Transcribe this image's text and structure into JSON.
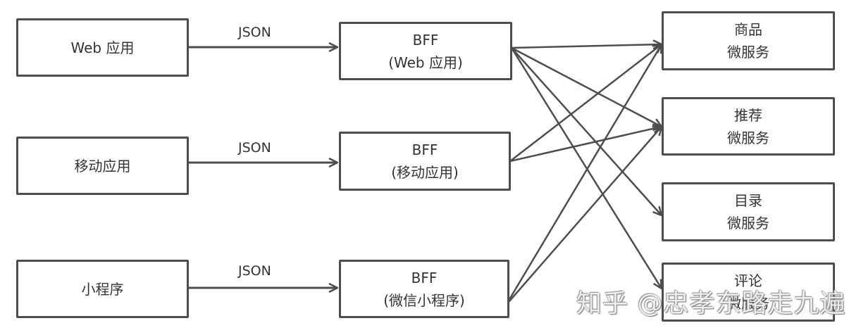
{
  "clients": [
    {
      "label": "Web 应用"
    },
    {
      "label": "移动应用"
    },
    {
      "label": "小程序"
    }
  ],
  "edge_labels": [
    "JSON",
    "JSON",
    "JSON"
  ],
  "bffs": [
    {
      "line1": "BFF",
      "line2": "(Web 应用)"
    },
    {
      "line1": "BFF",
      "line2": "(移动应用)"
    },
    {
      "line1": "BFF",
      "line2": "(微信小程序)"
    }
  ],
  "services": [
    {
      "line1": "商品",
      "line2": "微服务"
    },
    {
      "line1": "推荐",
      "line2": "微服务"
    },
    {
      "line1": "目录",
      "line2": "微服务"
    },
    {
      "line1": "评论",
      "line2": "微服务"
    }
  ],
  "connections": [
    {
      "from": "bff-0",
      "to": "service-0"
    },
    {
      "from": "bff-0",
      "to": "service-1"
    },
    {
      "from": "bff-0",
      "to": "service-2"
    },
    {
      "from": "bff-0",
      "to": "service-3"
    },
    {
      "from": "bff-1",
      "to": "service-0"
    },
    {
      "from": "bff-1",
      "to": "service-1"
    },
    {
      "from": "bff-2",
      "to": "service-0"
    },
    {
      "from": "bff-2",
      "to": "service-1"
    }
  ],
  "watermark": "知乎 @忠孝东路走九遍",
  "colors": {
    "stroke": "#4d4d4d",
    "text": "#333333"
  }
}
